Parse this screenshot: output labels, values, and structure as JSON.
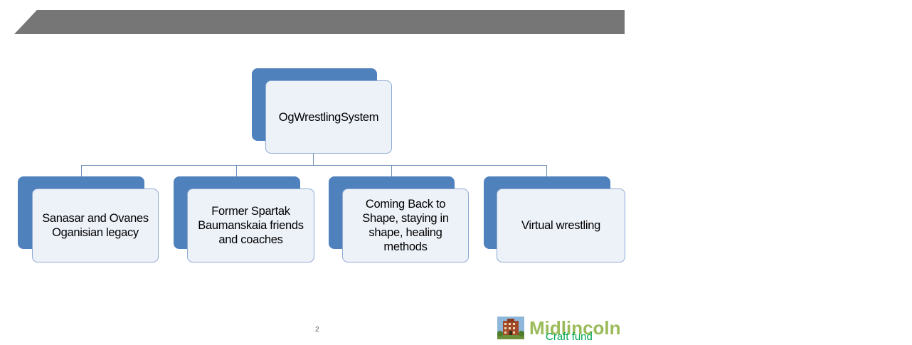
{
  "diagram": {
    "root": {
      "label": "OgWrestlingSystem"
    },
    "children": [
      {
        "label": "Sanasar and Ovanes Oganisian legacy"
      },
      {
        "label": "Former Spartak Baumanskaia friends and coaches"
      },
      {
        "label": "Coming Back to Shape, staying in shape, healing methods"
      },
      {
        "label": "Virtual wrestling"
      }
    ]
  },
  "footer": {
    "page_number": "2",
    "logo": {
      "name": "Midlincoln",
      "subtitle": "Craft fund",
      "icon": "building-photo"
    }
  },
  "colors": {
    "banner": "#767676",
    "node_back": "#4f81bd",
    "node_front": "#edf1f8",
    "logo_name": "#9bbb59",
    "logo_sub": "#00a651"
  }
}
